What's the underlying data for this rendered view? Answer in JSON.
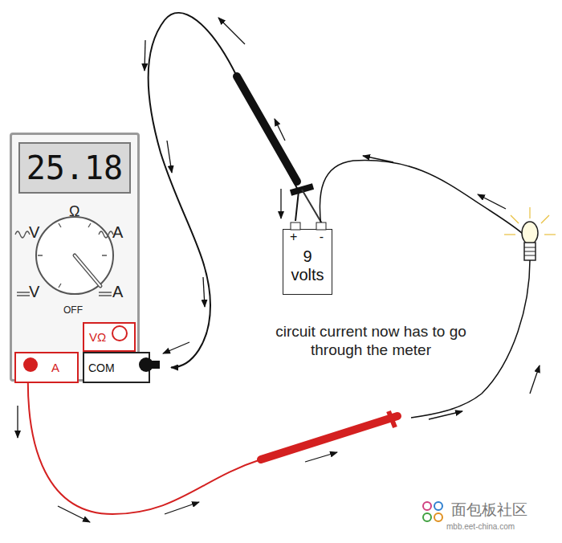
{
  "diagram": {
    "nodes": [
      {
        "text": []
      },
      {
        "text": [
          "25.18"
        ],
        "in": 0
      },
      {
        "text": [
          "VΩ"
        ],
        "in": 0
      },
      {
        "text": [
          "A"
        ],
        "in": 0
      },
      {
        "text": [
          "COM"
        ],
        "in": 0
      },
      {
        "text": [
          "+",
          "-",
          "9 volts"
        ]
      }
    ],
    "edges": [
      {
        "from": 5,
        "to": 4,
        "arrow": "to"
      }
    ],
    "labels": [
      "Ω",
      "V",
      "A",
      "V",
      "A",
      "OFF",
      "circuit current now has to go through the meter",
      "面包板社区",
      "mbb.eet-china.com"
    ]
  }
}
